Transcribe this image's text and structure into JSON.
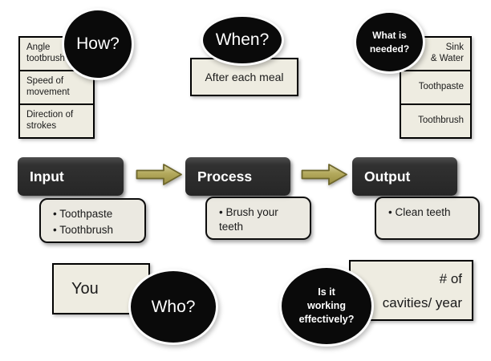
{
  "colors": {
    "background": "#ffffff",
    "shape_fill": "#eeece1",
    "shape_border": "#000000",
    "dark_box_fill": "#2d2d2d",
    "dark_box_text": "#ffffff",
    "bubble_fill": "#0a0a0a",
    "bubble_text": "#ffffff",
    "arrow_fill": "#b3a95c",
    "arrow_border": "#6e672c"
  },
  "top_left": {
    "question": "How?",
    "rows": [
      "Angle tootbrush",
      "Speed of movement",
      "Direction of strokes"
    ]
  },
  "top_middle": {
    "question": "When?",
    "answer": "After each meal"
  },
  "top_right": {
    "question": "What is\nneeded?",
    "rows": [
      "Sink\n& Water",
      "Toothpaste",
      "Toothbrush"
    ]
  },
  "flow": {
    "steps": [
      {
        "title": "Input",
        "bullets": [
          "Toothpaste",
          "Toothbrush"
        ]
      },
      {
        "title": "Process",
        "bullets": [
          "Brush your teeth"
        ]
      },
      {
        "title": "Output",
        "bullets": [
          "Clean teeth"
        ]
      }
    ]
  },
  "bottom_left": {
    "question": "Who?",
    "answer": "You"
  },
  "bottom_right": {
    "question": "Is it\nworking\neffectively?",
    "answer": "# of\ncavities/ year"
  }
}
